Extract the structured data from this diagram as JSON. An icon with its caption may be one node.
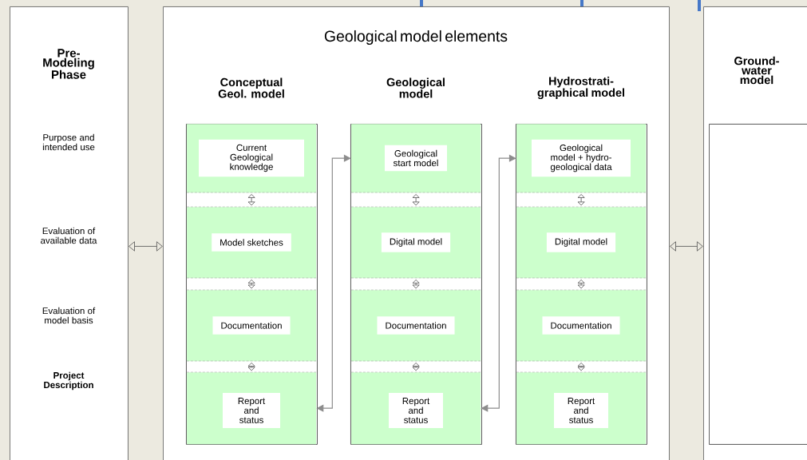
{
  "diagram": {
    "nodes": [
      {
        "text": [
          "Pre-Modeling Phase",
          "Purpose and intended use",
          "Evaluation of available data",
          "Evaluation of model basis",
          "Project Description"
        ]
      },
      {
        "text": [
          "Geological model elements"
        ]
      },
      {
        "text": [
          "Conceptual Geol. model"
        ],
        "in": 1
      },
      {
        "text": [
          "Current Geological knowledge"
        ],
        "in": 2
      },
      {
        "text": [
          "Model sketches"
        ],
        "in": 2
      },
      {
        "text": [
          "Documentation"
        ],
        "in": 2
      },
      {
        "text": [
          "Report and status"
        ],
        "in": 2
      },
      {
        "text": [
          "Geological model"
        ],
        "in": 1
      },
      {
        "text": [
          "Geological start model"
        ],
        "in": 7
      },
      {
        "text": [
          "Digital model"
        ],
        "in": 7
      },
      {
        "text": [
          "Documentation"
        ],
        "in": 7
      },
      {
        "text": [
          "Report and status"
        ],
        "in": 7
      },
      {
        "text": [
          "Hydrostrati-graphical model"
        ],
        "in": 1
      },
      {
        "text": [
          "Geological model + hydro-geological data"
        ],
        "in": 12
      },
      {
        "text": [
          "Digital model"
        ],
        "in": 12
      },
      {
        "text": [
          "Documentation"
        ],
        "in": 12
      },
      {
        "text": [
          "Report and status"
        ],
        "in": 12
      },
      {
        "text": [
          "Ground-water model"
        ]
      },
      {
        "text": [],
        "shape": "box",
        "in": 17
      }
    ],
    "edges": [
      {
        "from": 0,
        "to": 1,
        "arrow": "both"
      },
      {
        "from": 1,
        "to": 17,
        "arrow": "both"
      },
      {
        "from": 3,
        "to": 4,
        "arrow": "both"
      },
      {
        "from": 4,
        "to": 5,
        "arrow": "both"
      },
      {
        "from": 5,
        "to": 6,
        "arrow": "both"
      },
      {
        "from": 8,
        "to": 9,
        "arrow": "both"
      },
      {
        "from": 9,
        "to": 10,
        "arrow": "both"
      },
      {
        "from": 10,
        "to": 11,
        "arrow": "both"
      },
      {
        "from": 13,
        "to": 14,
        "arrow": "both"
      },
      {
        "from": 14,
        "to": 15,
        "arrow": "both"
      },
      {
        "from": 15,
        "to": 16,
        "arrow": "both"
      },
      {
        "from": 6,
        "to": 8,
        "arrow": "both"
      },
      {
        "from": 11,
        "to": 13,
        "arrow": "both"
      }
    ]
  }
}
